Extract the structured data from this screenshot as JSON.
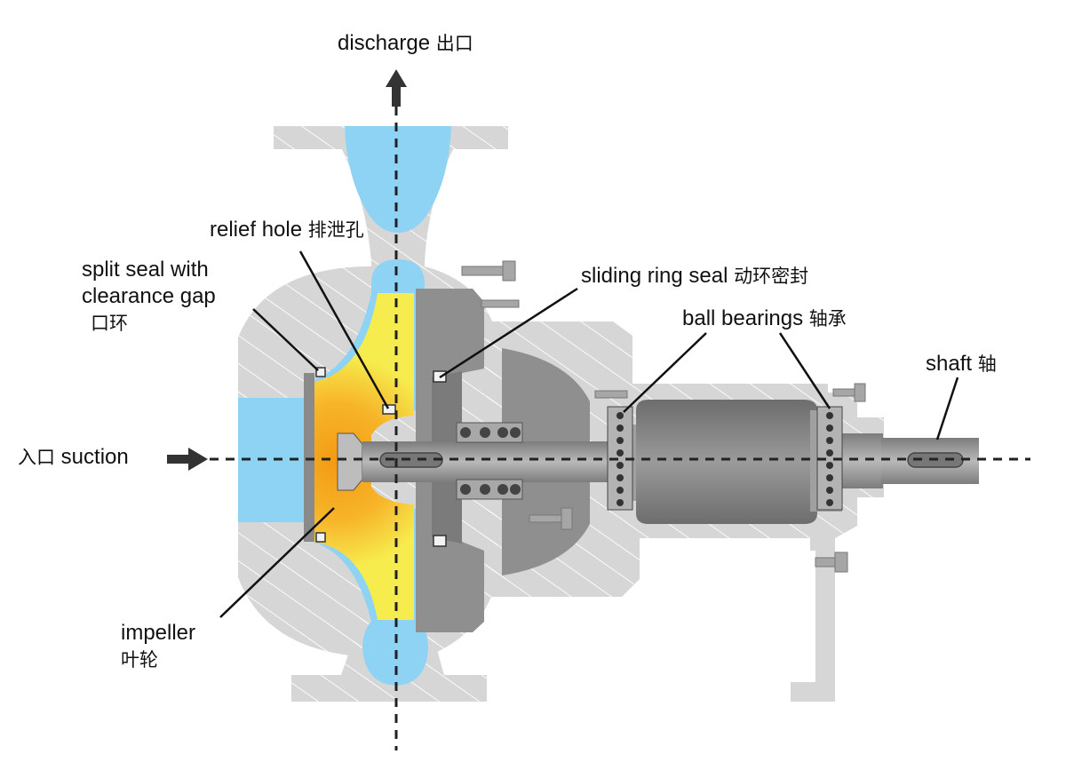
{
  "labels": {
    "discharge": {
      "en": "discharge",
      "cn": "出口"
    },
    "relief_hole": {
      "en": "relief hole",
      "cn": "排泄孔"
    },
    "split_seal": {
      "line1": "split seal with",
      "line2": "clearance gap",
      "cn": "口环"
    },
    "sliding_ring_seal": {
      "en": "sliding ring seal",
      "cn": "动环密封"
    },
    "ball_bearings": {
      "en": "ball bearings",
      "cn": "轴承"
    },
    "shaft": {
      "en": "shaft",
      "cn": "轴"
    },
    "suction": {
      "cn": "入口",
      "en": "suction"
    },
    "impeller": {
      "en": "impeller",
      "cn": "叶轮"
    }
  },
  "colors": {
    "casing": "#d6d6d6",
    "casing_dark": "#8f8f8f",
    "fluid": "#8fd3f4",
    "impeller_core": "#f7a81b",
    "impeller_edge": "#f5ea4a",
    "shaft": "#9a9a9a",
    "hatch": "#ffffff"
  }
}
